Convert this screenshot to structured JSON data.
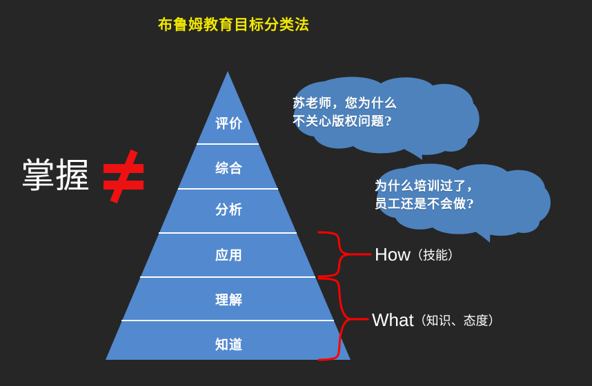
{
  "slide": {
    "title": "布鲁姆教育目标分类法",
    "title_color": "#f2e800",
    "background_color": "#262626"
  },
  "mastery": {
    "word": "掌握",
    "symbol": "≠",
    "symbol_color": "#ee1111"
  },
  "pyramid": {
    "fill_color": "#5389ce",
    "divider_color": "#ffffff",
    "tiers": [
      {
        "label": "评价"
      },
      {
        "label": "综合"
      },
      {
        "label": "分析"
      },
      {
        "label": "应用"
      },
      {
        "label": "理解"
      },
      {
        "label": "知道"
      }
    ]
  },
  "bubbles": [
    {
      "text": "苏老师，您为什么\n不关心版权问题?",
      "fill_color": "#4d82bd"
    },
    {
      "text": "为什么培训过了，\n员工还是不会做?",
      "fill_color": "#4d82bd"
    }
  ],
  "brackets": [
    {
      "en": "How",
      "cn": "（技能）",
      "color": "#ff0000"
    },
    {
      "en": "What",
      "cn": "（知识、态度）",
      "color": "#ff0000"
    }
  ]
}
